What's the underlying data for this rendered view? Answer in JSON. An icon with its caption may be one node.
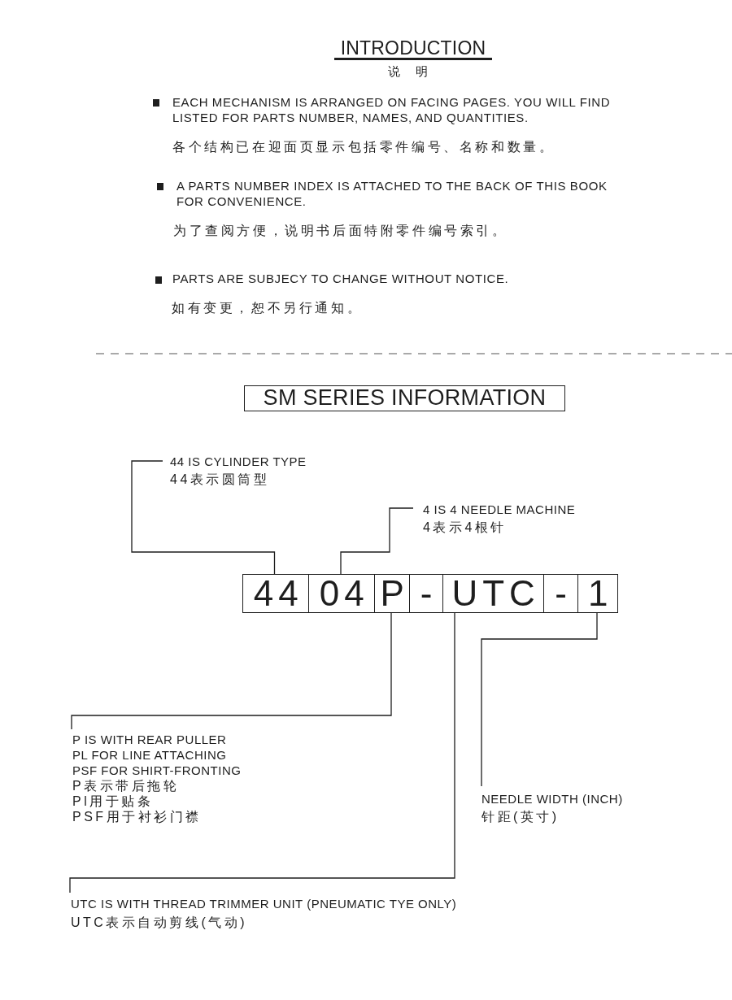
{
  "diagram": {
    "title": "INTRODUCTION",
    "nodes": [
      {
        "text": [
          "SM SERIES INFORMATION"
        ]
      },
      {
        "text": [
          "44 IS CYLINDER TYPE",
          "44表示圆筒型"
        ]
      },
      {
        "text": [
          "4 IS 4 NEEDLE MACHINE",
          "4表示4根针"
        ]
      },
      {
        "text": [
          "44"
        ]
      },
      {
        "text": [
          "04"
        ]
      },
      {
        "text": [
          "P"
        ]
      },
      {
        "text": [
          "-"
        ]
      },
      {
        "text": [
          "UTC"
        ]
      },
      {
        "text": [
          "-"
        ]
      },
      {
        "text": [
          "1"
        ]
      },
      {
        "text": [
          "P IS WITH REAR PULLER",
          "PL FOR LINE ATTACHING",
          "PSF FOR SHIRT-FRONTING",
          "P表示带后拖轮",
          "Pl用于贴条",
          "PSF用于衬衫门襟"
        ]
      },
      {
        "text": [
          "NEEDLE WIDTH (INCH)",
          "针距(英寸)"
        ]
      },
      {
        "text": [
          "UTC IS WITH THREAD TRIMMER UNIT (PNEUMATIC TYE ONLY)",
          "UTC表示自动剪线(气动)"
        ]
      }
    ],
    "edges": [
      {
        "from": 1,
        "to": 3,
        "arrow": "none"
      },
      {
        "from": 2,
        "to": 4,
        "arrow": "none"
      },
      {
        "from": 10,
        "to": 5,
        "arrow": "none"
      },
      {
        "from": 11,
        "to": 9,
        "arrow": "none"
      },
      {
        "from": 12,
        "to": 7,
        "arrow": "none"
      }
    ],
    "labels": [
      "说明",
      "EACH MECHANISM IS ARRANGED ON FACING PAGES. YOU WILL FIND LISTED FOR PARTS NUMBER, NAMES, AND QUANTITIES.",
      "各个结构已在迎面页显示包括零件编号、名称和数量。",
      "A PARTS NUMBER INDEX IS ATTACHED TO THE BACK OF THIS BOOK FOR CONVENIENCE.",
      "为了查阅方便，说明书后面特附零件编号索引。",
      "PARTS ARE SUBJECY TO CHANGE WITHOUT NOTICE.",
      "如有变更，恕不另行通知。"
    ]
  }
}
